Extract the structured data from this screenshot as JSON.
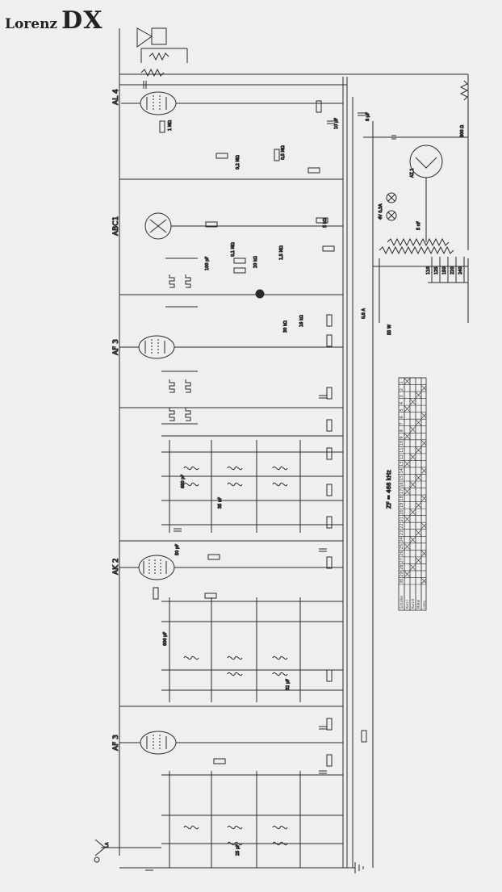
{
  "title": {
    "brand": "Lorenz",
    "model": "DX"
  },
  "tubes": [
    "AL 4",
    "ABC1",
    "AF 3",
    "AK 2",
    "AF 3"
  ],
  "annotations": {
    "if_freq": "ZF = 468 kHz",
    "power_watts": "55 W",
    "fuse": "0,8 A",
    "voltages": [
      "110",
      "125",
      "150",
      "220",
      "240"
    ],
    "pilot_lamp": "4V 0,3A",
    "rectifier": "AZ 1",
    "antenna": "LA"
  },
  "switch_table": {
    "row_headers": [
      "Schalter",
      "Kurz I",
      "Kurz II",
      "Mittel",
      "Lang"
    ],
    "columns": [
      "1",
      "2",
      "3",
      "4",
      "5",
      "6",
      "7",
      "8",
      "9",
      "10",
      "11",
      "12",
      "13",
      "14",
      "15",
      "16",
      "17",
      "18",
      "19",
      "20",
      "21",
      "22",
      "23",
      "24",
      "25",
      "26",
      "27",
      "28",
      "29",
      "30"
    ]
  },
  "component_labels": [
    "1 MΩ",
    "5 kΩ",
    "0,5 MΩ",
    "0,1 MΩ",
    "20 kΩ",
    "50 pF",
    "10 μF",
    "8 μF",
    "5 nF",
    "800 Ω",
    "100 pF",
    "0,2 MΩ",
    "30 kΩ",
    "16 kΩ",
    "32 pF",
    "25 pF",
    "35 nF",
    "680 pF",
    "600 pF",
    "1,5 MΩ"
  ],
  "colors": {
    "ink": "#2a2a2a",
    "paper": "#efefef"
  }
}
